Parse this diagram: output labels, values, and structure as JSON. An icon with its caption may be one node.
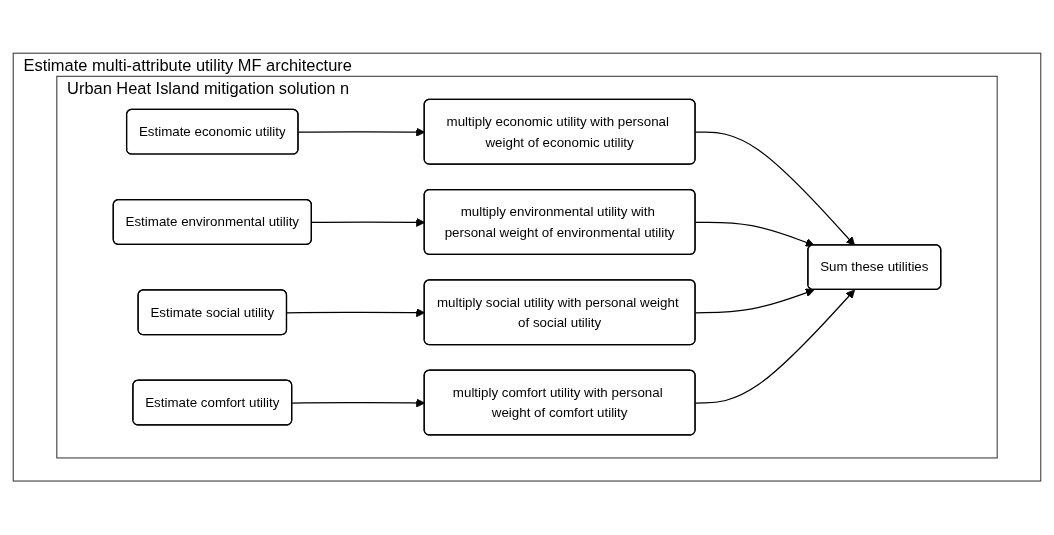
{
  "diagram": {
    "nodes": [
      {
        "text": [
          "Estimate multi-attribute utility MF architecture"
        ]
      },
      {
        "text": [
          "Urban Heat Island mitigation solution n"
        ],
        "in": 0
      },
      {
        "text": [
          "Estimate economic utility"
        ],
        "in": 1
      },
      {
        "text": [
          "multiply economic utility with personal weight of economic utility"
        ],
        "in": 1
      },
      {
        "text": [
          "Estimate environmental utility"
        ],
        "in": 1
      },
      {
        "text": [
          "multiply environmental utility with personal weight of environmental utility"
        ],
        "in": 1
      },
      {
        "text": [
          "Estimate social utility"
        ],
        "in": 1
      },
      {
        "text": [
          "multiply social utility with personal weight of social utility"
        ],
        "in": 1
      },
      {
        "text": [
          "Estimate comfort utility"
        ],
        "in": 1
      },
      {
        "text": [
          "multiply comfort utility with personal weight of comfort utility"
        ],
        "in": 1
      },
      {
        "text": [
          "Sum these utilities"
        ],
        "in": 1
      }
    ],
    "edges": [
      {
        "from": 2,
        "to": 3,
        "arrow": "to"
      },
      {
        "from": 4,
        "to": 5,
        "arrow": "to"
      },
      {
        "from": 6,
        "to": 7,
        "arrow": "to"
      },
      {
        "from": 8,
        "to": 9,
        "arrow": "to"
      },
      {
        "from": 3,
        "to": 10,
        "arrow": "to"
      },
      {
        "from": 5,
        "to": 10,
        "arrow": "to"
      },
      {
        "from": 7,
        "to": 10,
        "arrow": "to"
      },
      {
        "from": 9,
        "to": 10,
        "arrow": "to"
      }
    ]
  }
}
